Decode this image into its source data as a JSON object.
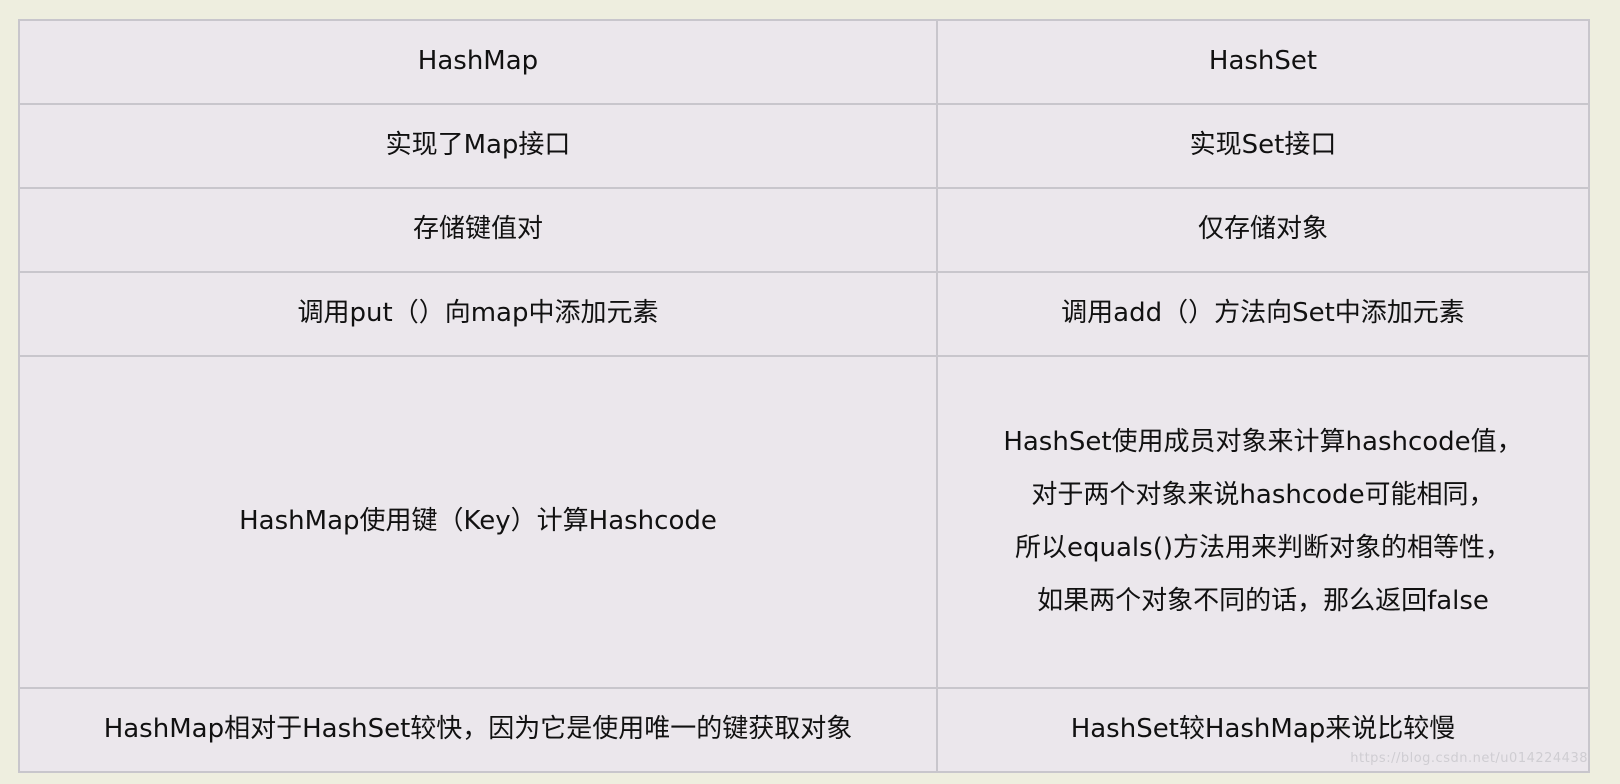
{
  "table": {
    "header": [
      "HashMap",
      "HashSet"
    ],
    "rows": [
      [
        "实现了Map接口",
        "实现Set接口"
      ],
      [
        "存储键值对",
        "仅存储对象"
      ],
      [
        "调用put（）向map中添加元素",
        "调用add（）方法向Set中添加元素"
      ],
      [
        "HashMap使用键（Key）计算Hashcode",
        [
          "HashSet使用成员对象来计算hashcode值，",
          "对于两个对象来说hashcode可能相同，",
          "所以equals()方法用来判断对象的相等性，",
          "如果两个对象不同的话，那么返回false"
        ]
      ],
      [
        "HashMap相对于HashSet较快，因为它是使用唯一的键获取对象",
        "HashSet较HashMap来说比较慢"
      ]
    ]
  },
  "watermark": "https://blog.csdn.net/u014224438"
}
